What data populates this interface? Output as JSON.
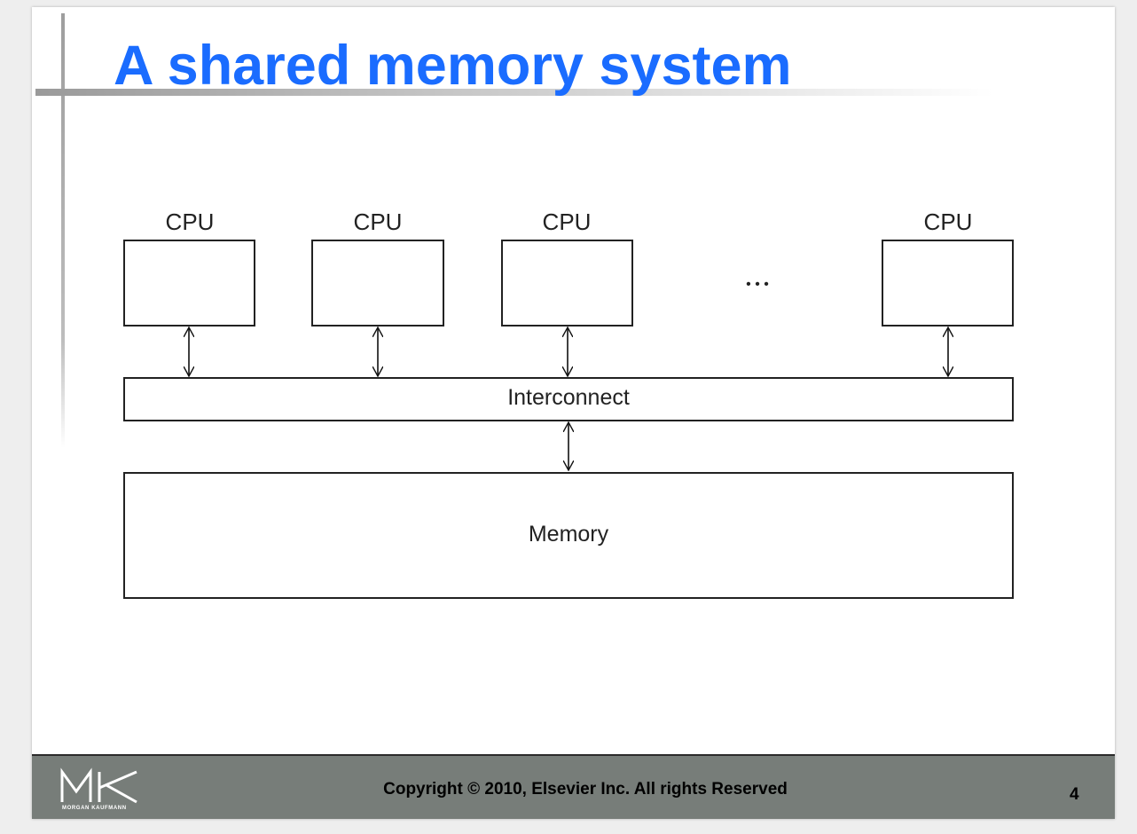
{
  "slide": {
    "title": "A shared memory system",
    "title_color": "#1a6cff"
  },
  "diagram": {
    "cpus": [
      {
        "label": "CPU"
      },
      {
        "label": "CPU"
      },
      {
        "label": "CPU"
      },
      {
        "label": "CPU"
      }
    ],
    "ellipsis": "• • •",
    "interconnect_label": "Interconnect",
    "memory_label": "Memory",
    "links": [
      {
        "from": "cpu-1",
        "to": "interconnect",
        "type": "bidirectional"
      },
      {
        "from": "cpu-2",
        "to": "interconnect",
        "type": "bidirectional"
      },
      {
        "from": "cpu-3",
        "to": "interconnect",
        "type": "bidirectional"
      },
      {
        "from": "cpu-4",
        "to": "interconnect",
        "type": "bidirectional"
      },
      {
        "from": "interconnect",
        "to": "memory",
        "type": "bidirectional"
      }
    ]
  },
  "footer": {
    "logo_text": "MK",
    "logo_subtext": "MORGAN KAUFMANN",
    "copyright": "Copyright © 2010, Elsevier Inc. All rights Reserved",
    "page_number": "4",
    "background_color": "#777d79"
  }
}
